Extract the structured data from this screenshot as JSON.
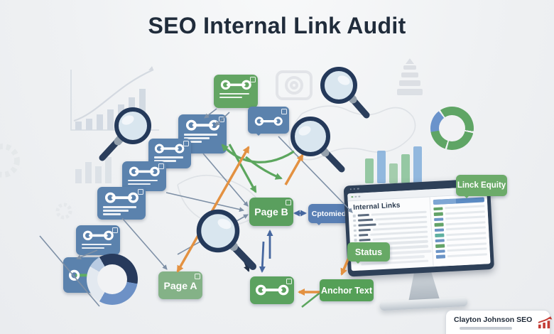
{
  "title": "SEO Internal Link Audit",
  "callouts": {
    "page_b": "Page B",
    "page_a": "Page A",
    "optimized": "Cptomied",
    "anchor_text": "Anchor Text",
    "status": "Status",
    "link_equity": "Linck Equity"
  },
  "monitor": {
    "heading": "Internal Links",
    "list_row_count": 8,
    "extra_bar_count": 3,
    "panel_row_count": 10
  },
  "watermark": {
    "brand": "Clayton Johnson SEO"
  },
  "icons": {
    "magnifier": "magnifying-glass",
    "link_card": "chain-link",
    "watermark_chart": "trending-up-chart",
    "donut": "donut-chart"
  },
  "colors": {
    "background": "#eff0f2",
    "title": "#202c3b",
    "card_blue": "#5b82ad",
    "card_green": "#5ba25f",
    "bubble_green": "#67a966",
    "bubble_blue": "#597fb4",
    "arrow_orange": "#e39141",
    "arrow_green": "#5ca65e",
    "arrow_blue": "#46679f",
    "arrow_navy": "#223047",
    "watermark_red": "#c43c35"
  }
}
